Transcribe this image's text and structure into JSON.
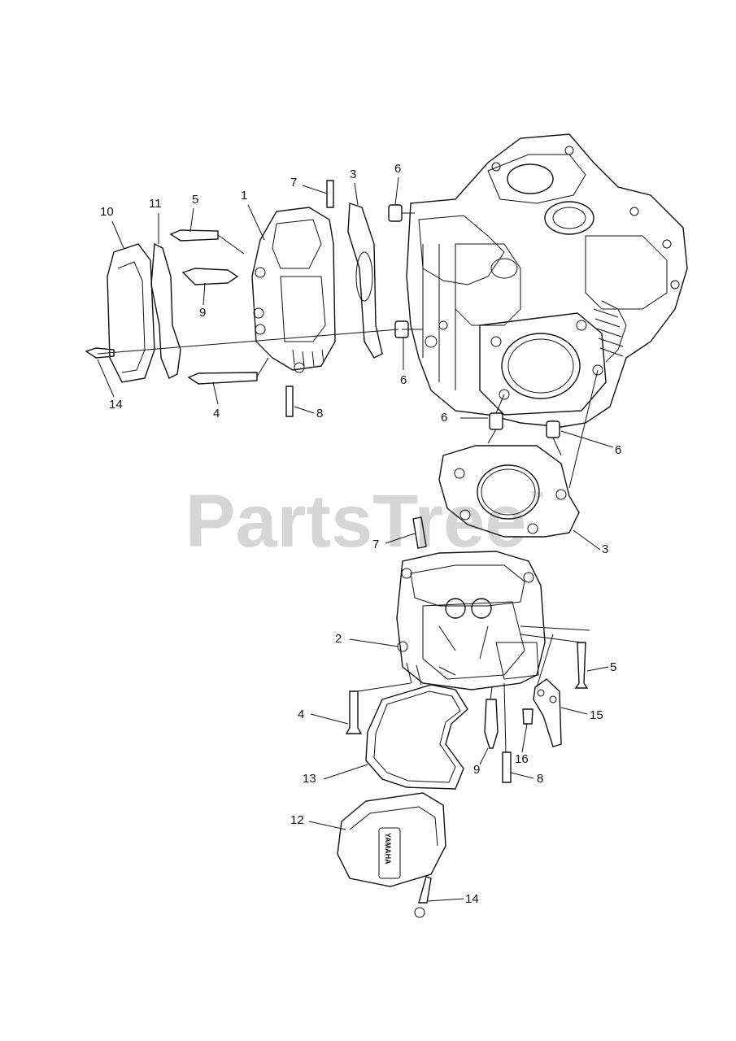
{
  "watermark": {
    "text": "PartsTree",
    "trademark": "TM"
  },
  "callouts": [
    {
      "id": "c10a",
      "label": "10"
    },
    {
      "id": "c11a",
      "label": "11"
    },
    {
      "id": "c5a",
      "label": "5"
    },
    {
      "id": "c1a",
      "label": "1"
    },
    {
      "id": "c7a",
      "label": "7"
    },
    {
      "id": "c3a",
      "label": "3"
    },
    {
      "id": "c6a",
      "label": "6"
    },
    {
      "id": "c9a",
      "label": "9"
    },
    {
      "id": "c6b",
      "label": "6"
    },
    {
      "id": "c14a",
      "label": "14"
    },
    {
      "id": "c4a",
      "label": "4"
    },
    {
      "id": "c8a",
      "label": "8"
    },
    {
      "id": "c6c",
      "label": "6"
    },
    {
      "id": "c6d",
      "label": "6"
    },
    {
      "id": "c7b",
      "label": "7"
    },
    {
      "id": "c3b",
      "label": "3"
    },
    {
      "id": "c2a",
      "label": "2"
    },
    {
      "id": "c5b",
      "label": "5"
    },
    {
      "id": "c15a",
      "label": "15"
    },
    {
      "id": "c4b",
      "label": "4"
    },
    {
      "id": "c16a",
      "label": "16"
    },
    {
      "id": "c9b",
      "label": "9"
    },
    {
      "id": "c13a",
      "label": "13"
    },
    {
      "id": "c8b",
      "label": "8"
    },
    {
      "id": "c12a",
      "label": "12"
    },
    {
      "id": "c14b",
      "label": "14"
    }
  ],
  "cover_brand": "YAMAHA"
}
